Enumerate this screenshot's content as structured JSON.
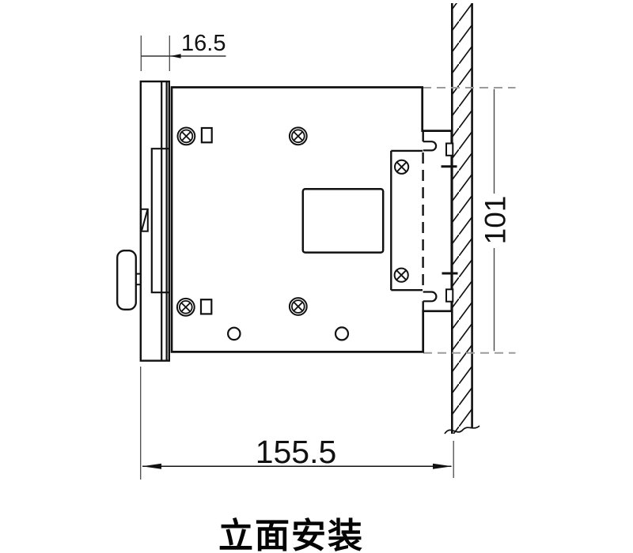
{
  "drawing_title": "立面安装",
  "dimensions": {
    "bezel_depth": {
      "label": "16.5",
      "value": 16.5
    },
    "panel_cutout_height": {
      "label": "101",
      "value": 101
    },
    "total_depth": {
      "label": "155.5",
      "value": 155.5
    }
  },
  "colors": {
    "outline": "#111111",
    "dimension_line": "#4a4a4a",
    "hidden_line_dash": "#9b9b9b",
    "background": "#ffffff"
  }
}
